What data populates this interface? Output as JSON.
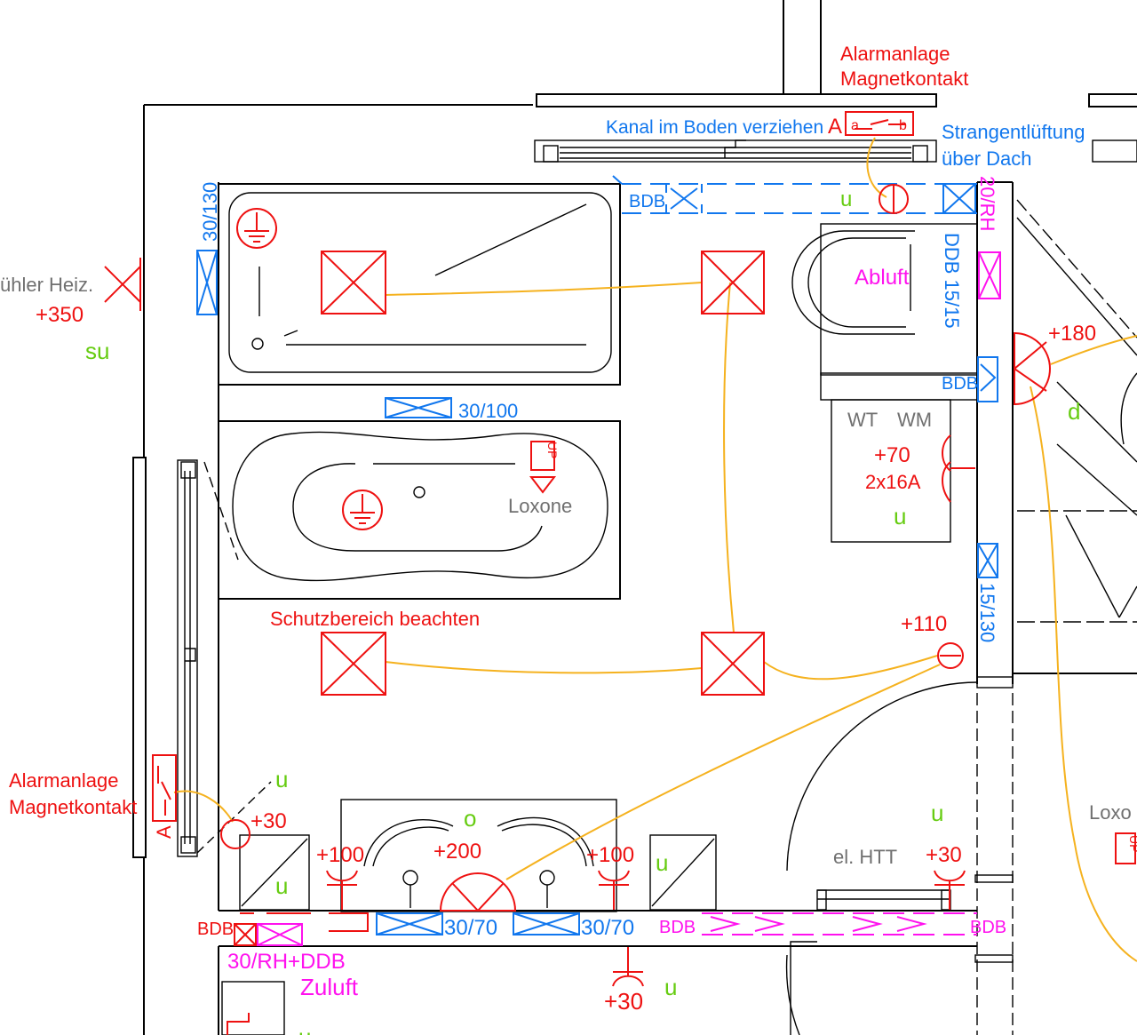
{
  "labels": {
    "alarm_top_1": "Alarmanlage",
    "alarm_top_2": "Magnetkontakt",
    "kanal": "Kanal im Boden verziehen",
    "kanal_a": "A",
    "contact_a": "a",
    "contact_b": "b",
    "strang_1": "Strangentlüftung",
    "strang_2": "über Dach",
    "bdb_top": "BDB",
    "u_top": "u",
    "vert_20rh": "20/RH",
    "abluft": "Abluft",
    "ddb_1515": "DDB 15/15",
    "bdb_right": "BDB",
    "plus180": "+180",
    "d": "d",
    "fuehler": "ühler Heiz.",
    "plus350": "+350",
    "su": "su",
    "vert_30130": "30/130",
    "duct_30100": "30/100",
    "up": "UP",
    "loxone_1": "Loxone",
    "wt": "WT",
    "wm": "WM",
    "plus70": "+70",
    "amps": "2x16A",
    "u_wm": "u",
    "vert_15130": "15/130",
    "schutz": "Schutzbereich beachten",
    "plus110": "+110",
    "alarm_left_1": "Alarmanlage",
    "alarm_left_2": "Magnetkontakt",
    "alarm_left_a": "A",
    "u_door": "u",
    "plus30_l": "+30",
    "u_left": "u",
    "plus100_l": "+100",
    "o": "o",
    "plus200": "+200",
    "plus100_r": "+100",
    "u_mid": "u",
    "u_right": "u",
    "el_htt": "el. HTT",
    "plus30_r": "+30",
    "loxone_2": "Loxo",
    "up2": "UP",
    "bdb_bl": "BDB",
    "duct_3070_a": "30/70",
    "duct_3070_b": "30/70",
    "bdb_bm": "BDB",
    "bdb_br": "BDB",
    "rh_ddb": "30/RH+DDB",
    "zuluft": "Zuluft",
    "plus30_b": "+30",
    "u_bottom": "u",
    "u_bottom_left": "u"
  },
  "colors": {
    "wall": "#000000",
    "electrical": "#ee1111",
    "ventilation": "#1177ee",
    "exhaust": "#ff11ee",
    "note": "#66cc11",
    "wire": "#f5b21f",
    "grey_text": "#707070"
  }
}
